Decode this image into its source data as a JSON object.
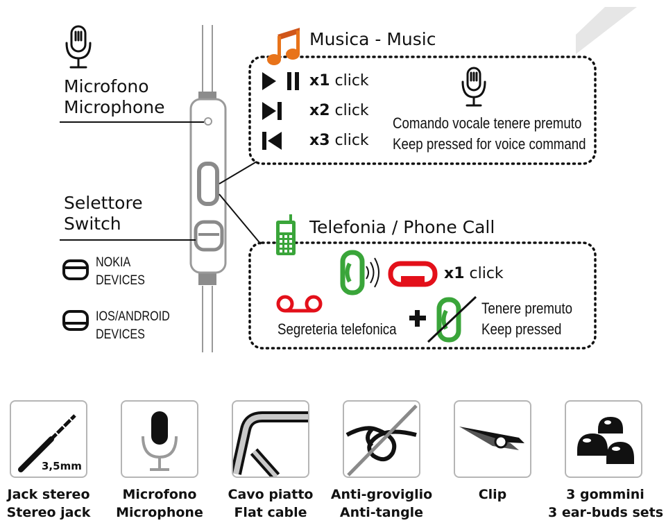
{
  "colors": {
    "green": "#3aa53a",
    "red": "#e3101a",
    "orange": "#e8731a",
    "gray": "#9a9a9a",
    "dark": "#1a1a1a"
  },
  "top_left": {
    "mic_label_it": "Microfono",
    "mic_label_en": "Microphone",
    "switch_label_it": "Selettore",
    "switch_label_en": "Switch",
    "options": [
      {
        "line1": "NOKIA",
        "line2": "DEVICES"
      },
      {
        "line1": "IOS/ANDROID",
        "line2": "DEVICES"
      }
    ]
  },
  "music": {
    "title": "Musica - Music",
    "controls": [
      {
        "icon": "play-pause-icon",
        "count": "x1",
        "word": "click"
      },
      {
        "icon": "next-track-icon",
        "count": "x2",
        "word": "click"
      },
      {
        "icon": "previous-track-icon",
        "count": "x3",
        "word": "click"
      }
    ],
    "voice_it": "Comando vocale tenere premuto",
    "voice_en": "Keep pressed for voice command"
  },
  "phone": {
    "title": "Telefonia / Phone Call",
    "call_count": "x1",
    "call_word": "click",
    "voicemail": "Segreteria telefonica",
    "plus": "+",
    "hold_it": "Tenere premuto",
    "hold_en": "Keep pressed"
  },
  "features": [
    {
      "icon": "jack-icon",
      "jack_size": "3,5mm",
      "line1": "Jack stereo",
      "line2": "Stereo jack"
    },
    {
      "icon": "microphone-icon",
      "line1": "Microfono",
      "line2": "Microphone"
    },
    {
      "icon": "flat-cable-icon",
      "line1": "Cavo piatto",
      "line2": "Flat cable"
    },
    {
      "icon": "anti-tangle-icon",
      "line1": "Anti-groviglio",
      "line2": "Anti-tangle"
    },
    {
      "icon": "clip-icon",
      "line1": "Clip",
      "line2": "Clip"
    },
    {
      "icon": "ear-buds-icon",
      "line1": "3 gommini",
      "line2": "3 ear-buds sets"
    }
  ]
}
